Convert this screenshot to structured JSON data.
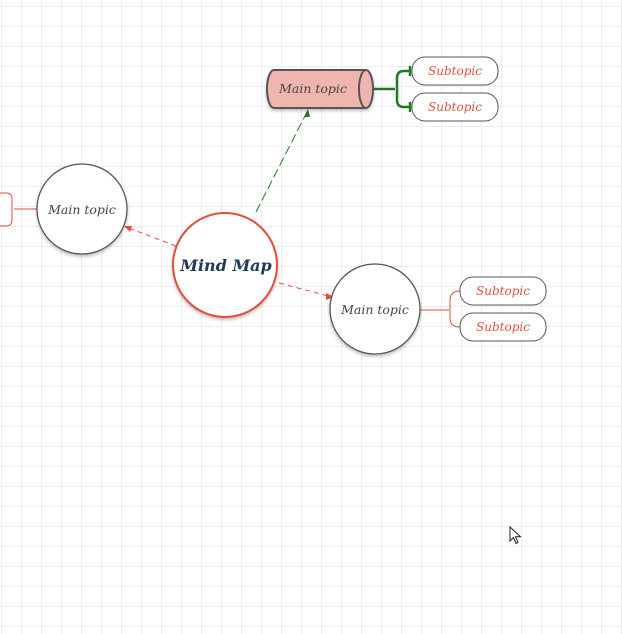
{
  "diagram": {
    "central": {
      "label": "Mind Map"
    },
    "main_topics": [
      {
        "label": "Main topic",
        "subtopics": []
      },
      {
        "label": "Main topic",
        "subtopics": [
          "Subtopic",
          "Subtopic"
        ]
      },
      {
        "label": "Main topic",
        "subtopics": [
          "Subtopic",
          "Subtopic"
        ]
      }
    ]
  },
  "colors": {
    "accent_red": "#e0503c",
    "central_text": "#1f3b57",
    "node_stroke": "#555555",
    "cylinder_fill": "#f0b5ae",
    "green_link": "#1f7a1f"
  }
}
